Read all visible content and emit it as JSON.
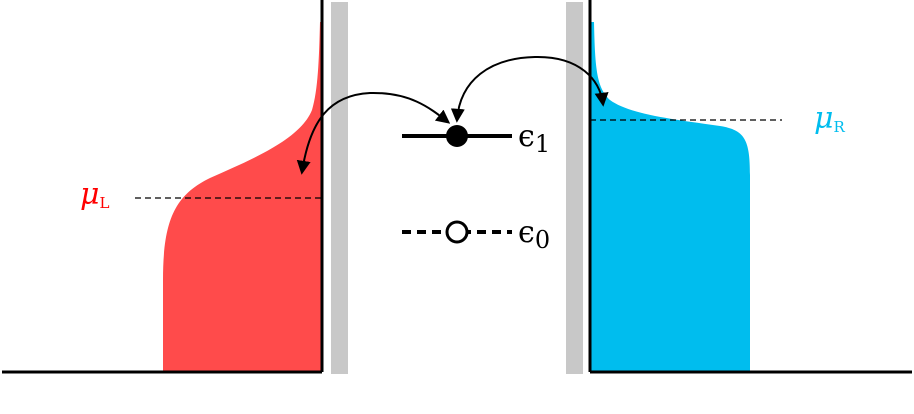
{
  "colors": {
    "left_lead": "#ff4b4b",
    "right_lead": "#00bdee",
    "barrier": "#c8c8c8",
    "ink": "#000000",
    "background": "#ffffff"
  },
  "labels": {
    "mu_left": {
      "symbol": "μ",
      "subscript": "L"
    },
    "mu_right": {
      "symbol": "μ",
      "subscript": "R"
    },
    "eps_1": {
      "symbol": "ϵ",
      "subscript": "1"
    },
    "eps_0": {
      "symbol": "ϵ",
      "subscript": "0"
    }
  },
  "levels": {
    "eps_1": {
      "style": "solid",
      "marker": "filled-circle"
    },
    "eps_0": {
      "style": "dashed",
      "marker": "open-circle"
    }
  }
}
